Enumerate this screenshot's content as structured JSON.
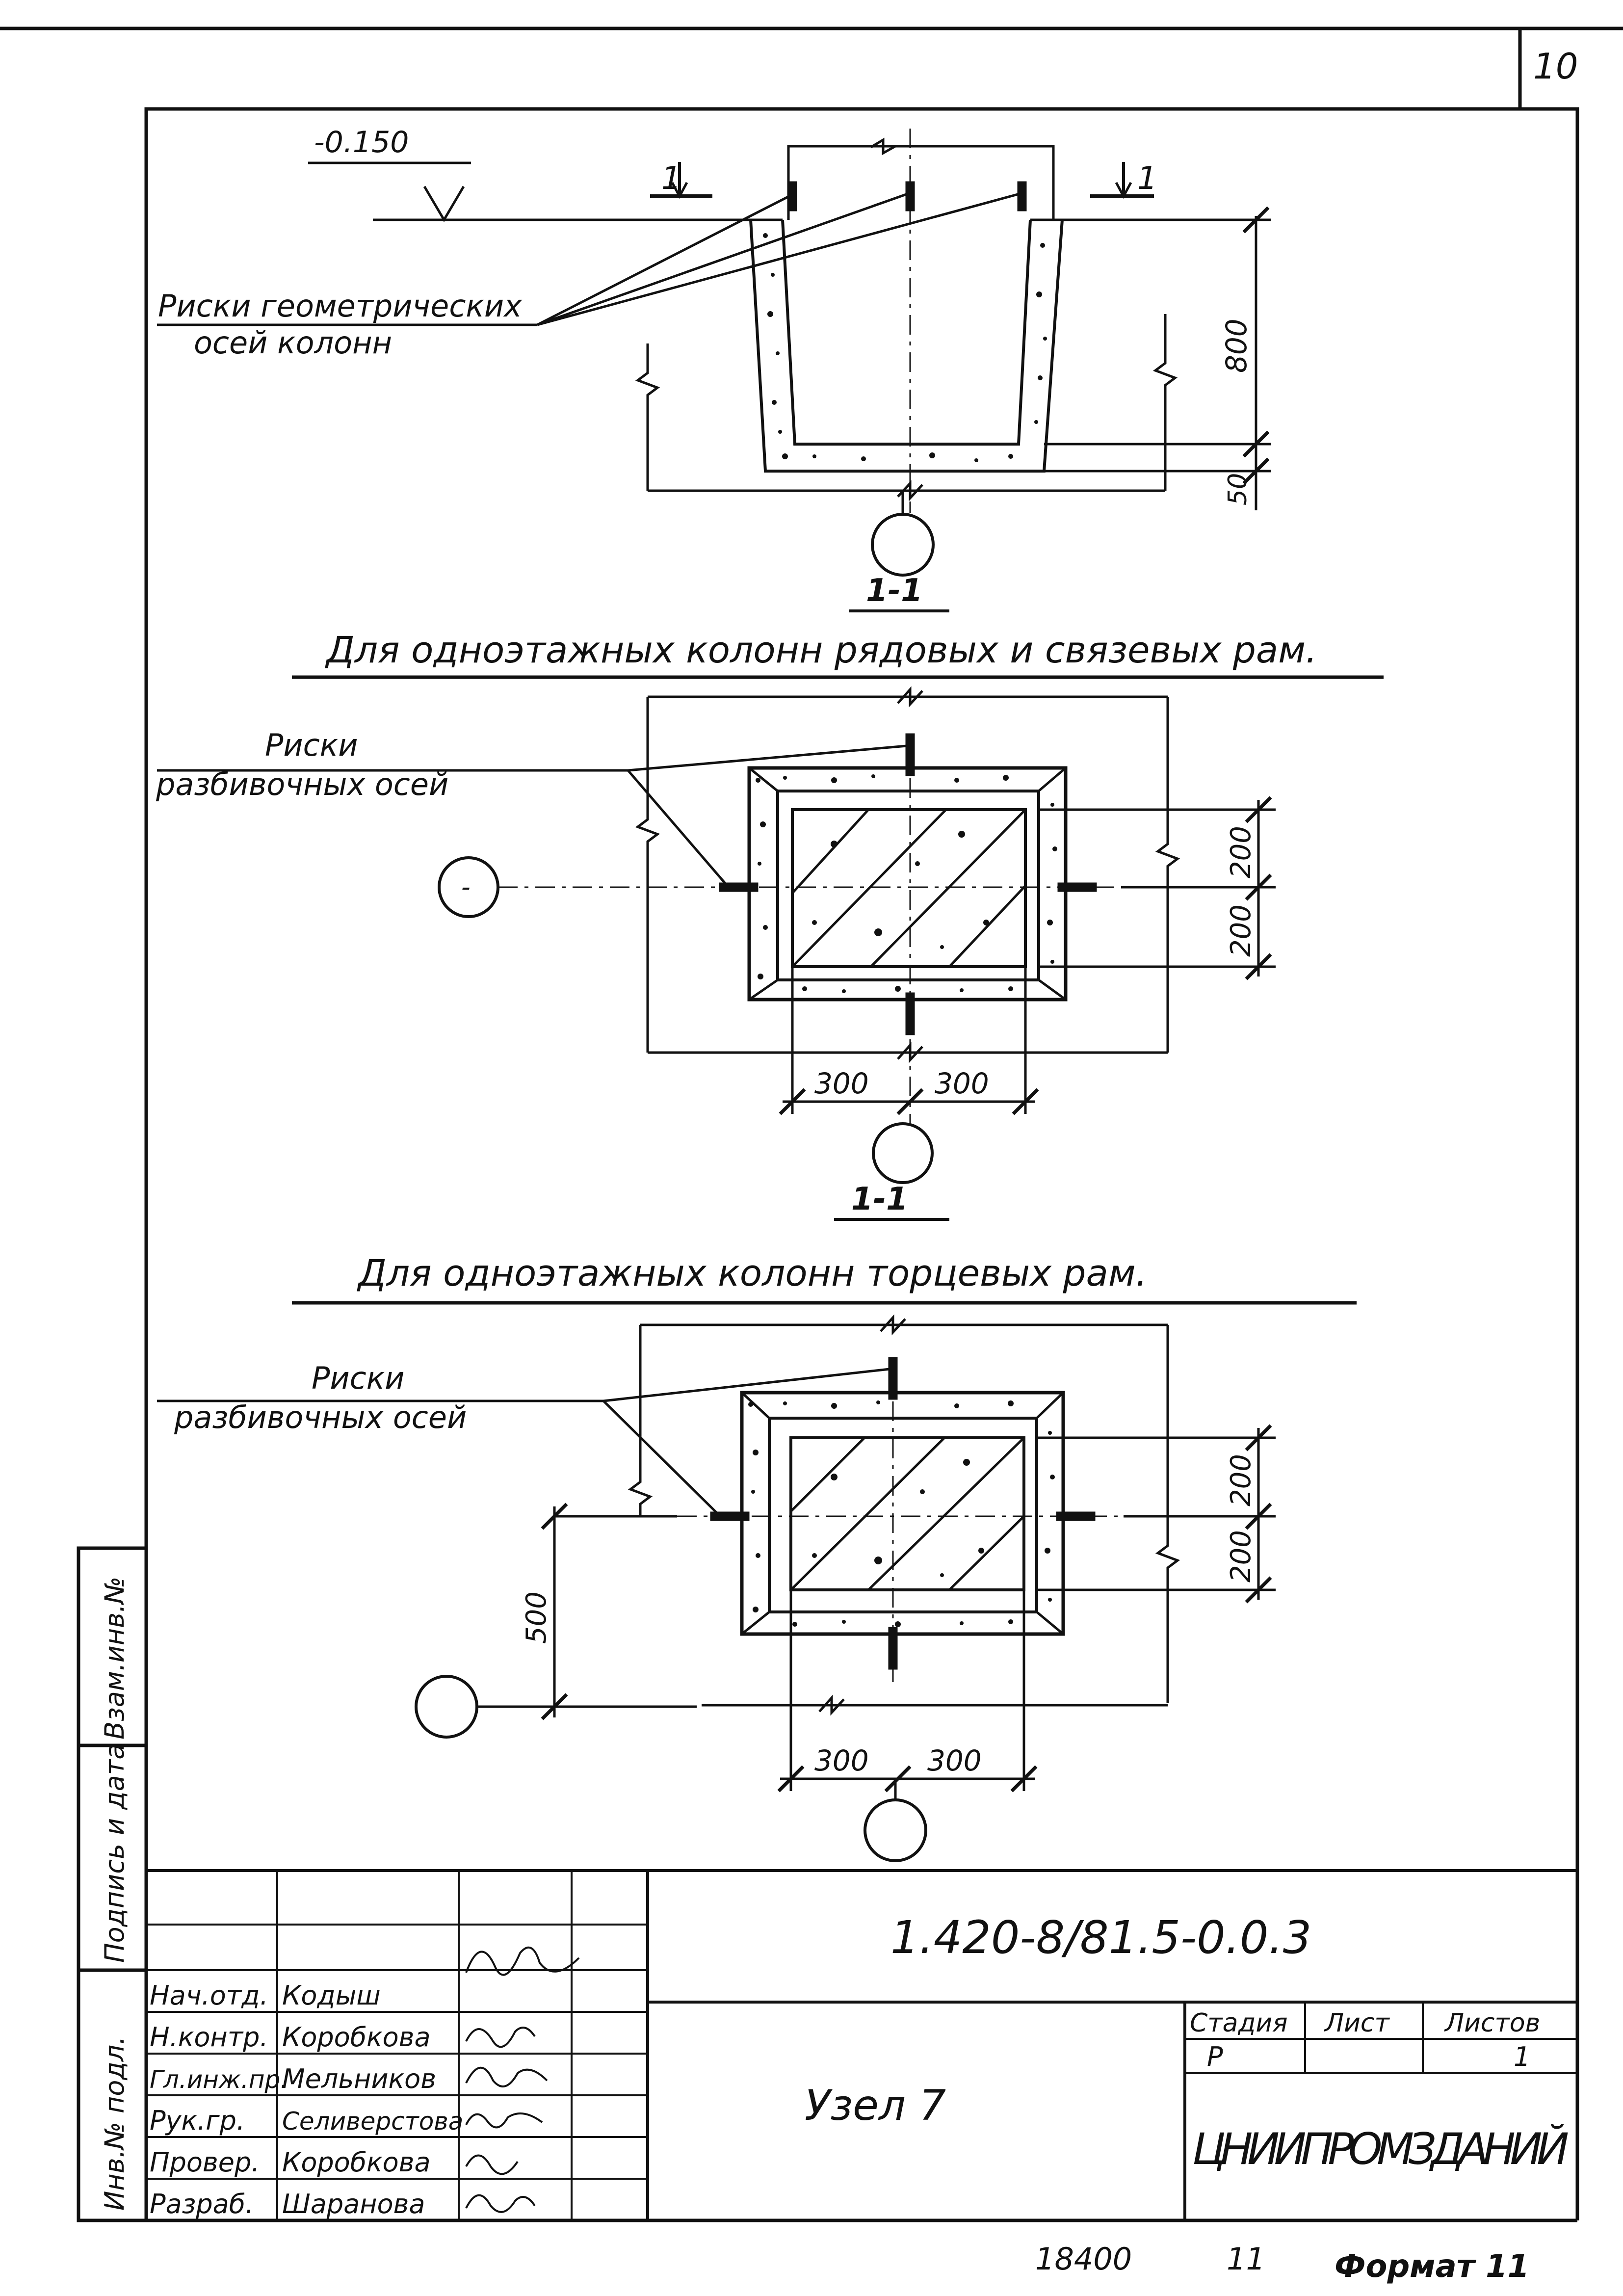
{
  "sheet_number": "10",
  "section1": {
    "level_mark": "-0.150",
    "section_mark_left": "1",
    "section_mark_right": "1",
    "leader_label_line1": "Риски геометрических",
    "leader_label_line2": "осей колонн",
    "dim_depth": "800",
    "dim_bottom": "50",
    "section_label": "1-1"
  },
  "section2": {
    "caption": "Для одноэтажных колонн рядовых и связевых рам.",
    "leader_label_line1": "Риски",
    "leader_label_line2": "разбивочных осей",
    "dim_right_top": "200",
    "dim_right_bottom": "200",
    "dim_bottom_left": "300",
    "dim_bottom_right": "300",
    "axis_mark": "-",
    "section_label": "1-1"
  },
  "section3": {
    "caption": "Для одноэтажных колонн торцевых рам.",
    "leader_label_line1": "Риски",
    "leader_label_line2": "разбивочных осей",
    "dim_right_top": "200",
    "dim_right_bottom": "200",
    "dim_left": "500",
    "dim_bottom_left": "300",
    "dim_bottom_right": "300"
  },
  "side_stamp": {
    "label_1": "Инв.№ подл.",
    "label_2": "Подпись и дата",
    "label_3": "Взам.инв.№"
  },
  "title_block": {
    "document_code": "1.420-8/81.5-0.0.3",
    "sheet_title": "Узел 7",
    "organization": "ЦНИИПРОМЗДАНИЙ",
    "stage_header": "Стадия",
    "sheet_header": "Лист",
    "sheets_header": "Листов",
    "stage_value": "Р",
    "sheets_value": "1",
    "signatures": [
      {
        "role": "Нач.отд.",
        "name": "Кодыш"
      },
      {
        "role": "Н.контр.",
        "name": "Коробкова"
      },
      {
        "role": "Гл.инж.пр.",
        "name": "Мельников"
      },
      {
        "role": "Рук.гр.",
        "name": "Селиверстова"
      },
      {
        "role": "Провер.",
        "name": "Коробкова"
      },
      {
        "role": "Разраб.",
        "name": "Шаранова"
      }
    ]
  },
  "footer": {
    "inventory_number": "18400",
    "copy_number": "11",
    "format": "Формат 11"
  }
}
